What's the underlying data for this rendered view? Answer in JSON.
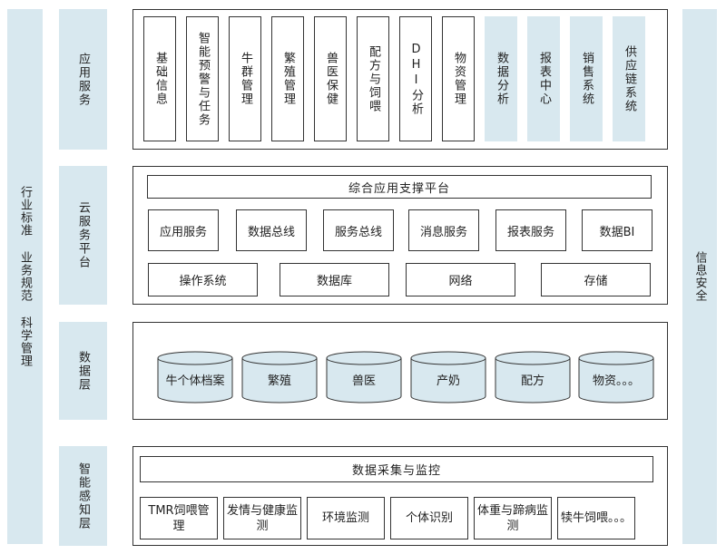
{
  "left_side": {
    "text": "行业标准 业务规范 科学管理"
  },
  "right_side": {
    "text": "信息安全"
  },
  "layers": {
    "application": {
      "label": "应用服务",
      "modules": [
        {
          "text": "基础信息",
          "highlight": false
        },
        {
          "text": "智能预警与任务",
          "highlight": false
        },
        {
          "text": "牛群管理",
          "highlight": false
        },
        {
          "text": "繁殖管理",
          "highlight": false
        },
        {
          "text": "兽医保健",
          "highlight": false
        },
        {
          "text": "配方与饲喂",
          "highlight": false
        },
        {
          "text": "DHI分析",
          "highlight": false
        },
        {
          "text": "物资管理",
          "highlight": false
        },
        {
          "text": "数据分析",
          "highlight": true
        },
        {
          "text": "报表中心",
          "highlight": true
        },
        {
          "text": "销售系统",
          "highlight": true
        },
        {
          "text": "供应链系统",
          "highlight": true
        }
      ]
    },
    "cloud": {
      "label": "云服务平台",
      "platform": "综合应用支撑平台",
      "services": [
        "应用服务",
        "数据总线",
        "服务总线",
        "消息服务",
        "报表服务",
        "数据BI"
      ],
      "infrastructure": [
        "操作系统",
        "数据库",
        "网络",
        "存储"
      ]
    },
    "data": {
      "label": "数据层",
      "stores": [
        "牛个体档案",
        "繁殖",
        "兽医",
        "产奶",
        "配方",
        "物资。。。"
      ]
    },
    "perception": {
      "label": "智能感知层",
      "bar": "数据采集与监控",
      "items": [
        "TMR饲喂管理",
        "发情与健康监测",
        "环境监测",
        "个体识别",
        "体重与蹄病监测",
        "犊牛饲喂。。。"
      ]
    }
  },
  "colors": {
    "accent_fill": "#d8e8ef",
    "border": "#333333"
  }
}
